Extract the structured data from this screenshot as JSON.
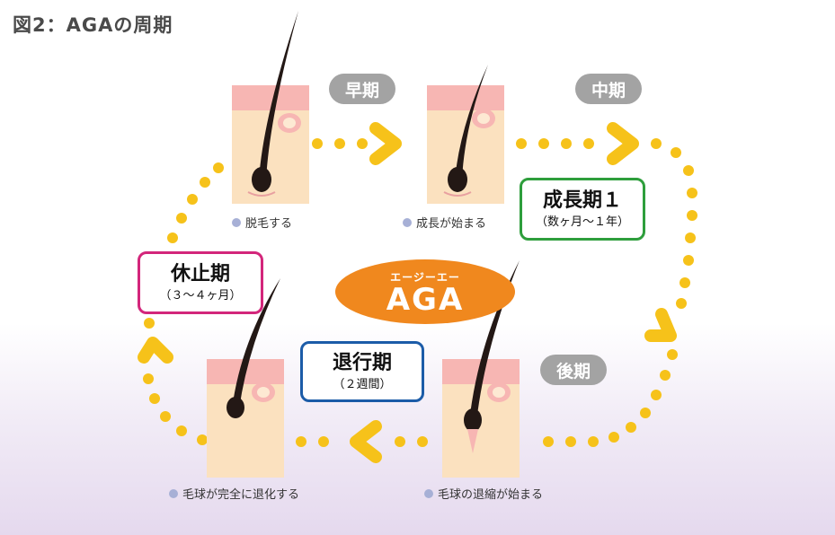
{
  "title": "図2：AGAの周期",
  "phases": {
    "early": "早期",
    "middle": "中期",
    "late": "後期"
  },
  "captions": {
    "shedding": "脱毛する",
    "growth_start": "成長が始まる",
    "complete_regression": "毛球が完全に退化する",
    "shrink_start": "毛球の退縮が始まる"
  },
  "stages": {
    "anagen": {
      "label": "成長期１",
      "duration": "（数ヶ月〜１年）",
      "border_color": "#2e9e3c"
    },
    "catagen": {
      "label": "退行期",
      "duration": "（２週間）",
      "border_color": "#1c5ca8"
    },
    "telogen": {
      "label": "休止期",
      "duration": "（３〜４ヶ月）",
      "border_color": "#d3267b"
    }
  },
  "center": {
    "reading": "エージーエー",
    "label": "AGA",
    "color": "#f0881e"
  },
  "colors": {
    "dots": "#f6c21a",
    "skin": "#fbe1bf",
    "skin_top": "#f7b6b3",
    "hair": "#231815",
    "pill": "#a3a3a3"
  }
}
